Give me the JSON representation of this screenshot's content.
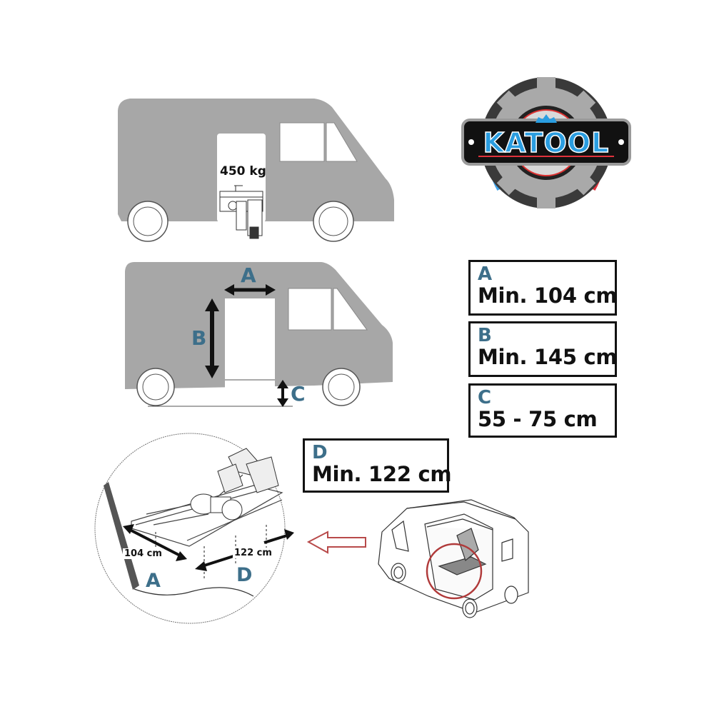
{
  "brand": {
    "name": "KATOOL",
    "colors": {
      "text": "#2a9de0",
      "plate": "#111111",
      "gear": "#a9a9a9",
      "accent_red": "#e0323c",
      "accent_blue": "#3fa2e8"
    }
  },
  "van_top": {
    "load_label": "450 kg",
    "body_color": "#a7a7a7"
  },
  "van_dimensions": {
    "label_a": "A",
    "label_b": "B",
    "label_c": "C"
  },
  "specs": [
    {
      "letter": "A",
      "value": "Min. 104 cm"
    },
    {
      "letter": "B",
      "value": "Min. 145 cm"
    },
    {
      "letter": "C",
      "value": "55 - 75 cm"
    },
    {
      "letter": "D",
      "value": "Min. 122 cm"
    }
  ],
  "detail": {
    "dim_a_text": "104 cm",
    "dim_d_text": "122 cm",
    "label_a": "A",
    "label_d": "D",
    "arrow_color": "#b84a4a",
    "highlight_circle_color": "#b03a3a"
  },
  "colors": {
    "letter_blue": "#3d6f8a",
    "van_gray": "#a7a7a7",
    "outline": "#111111"
  }
}
